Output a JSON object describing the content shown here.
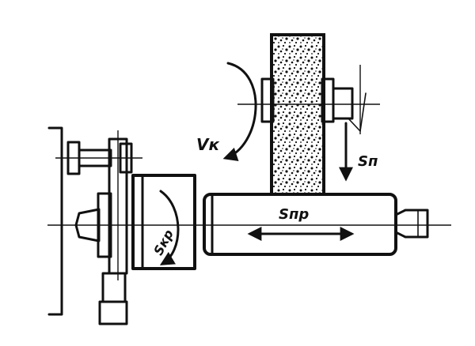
{
  "labels": {
    "wheel_speed": "Vк",
    "cross_feed": "Sп",
    "longitudinal_feed": "Sпр",
    "circular_feed": "Sкр"
  },
  "colors": {
    "ink": "#111111",
    "paper": "#ffffff"
  }
}
